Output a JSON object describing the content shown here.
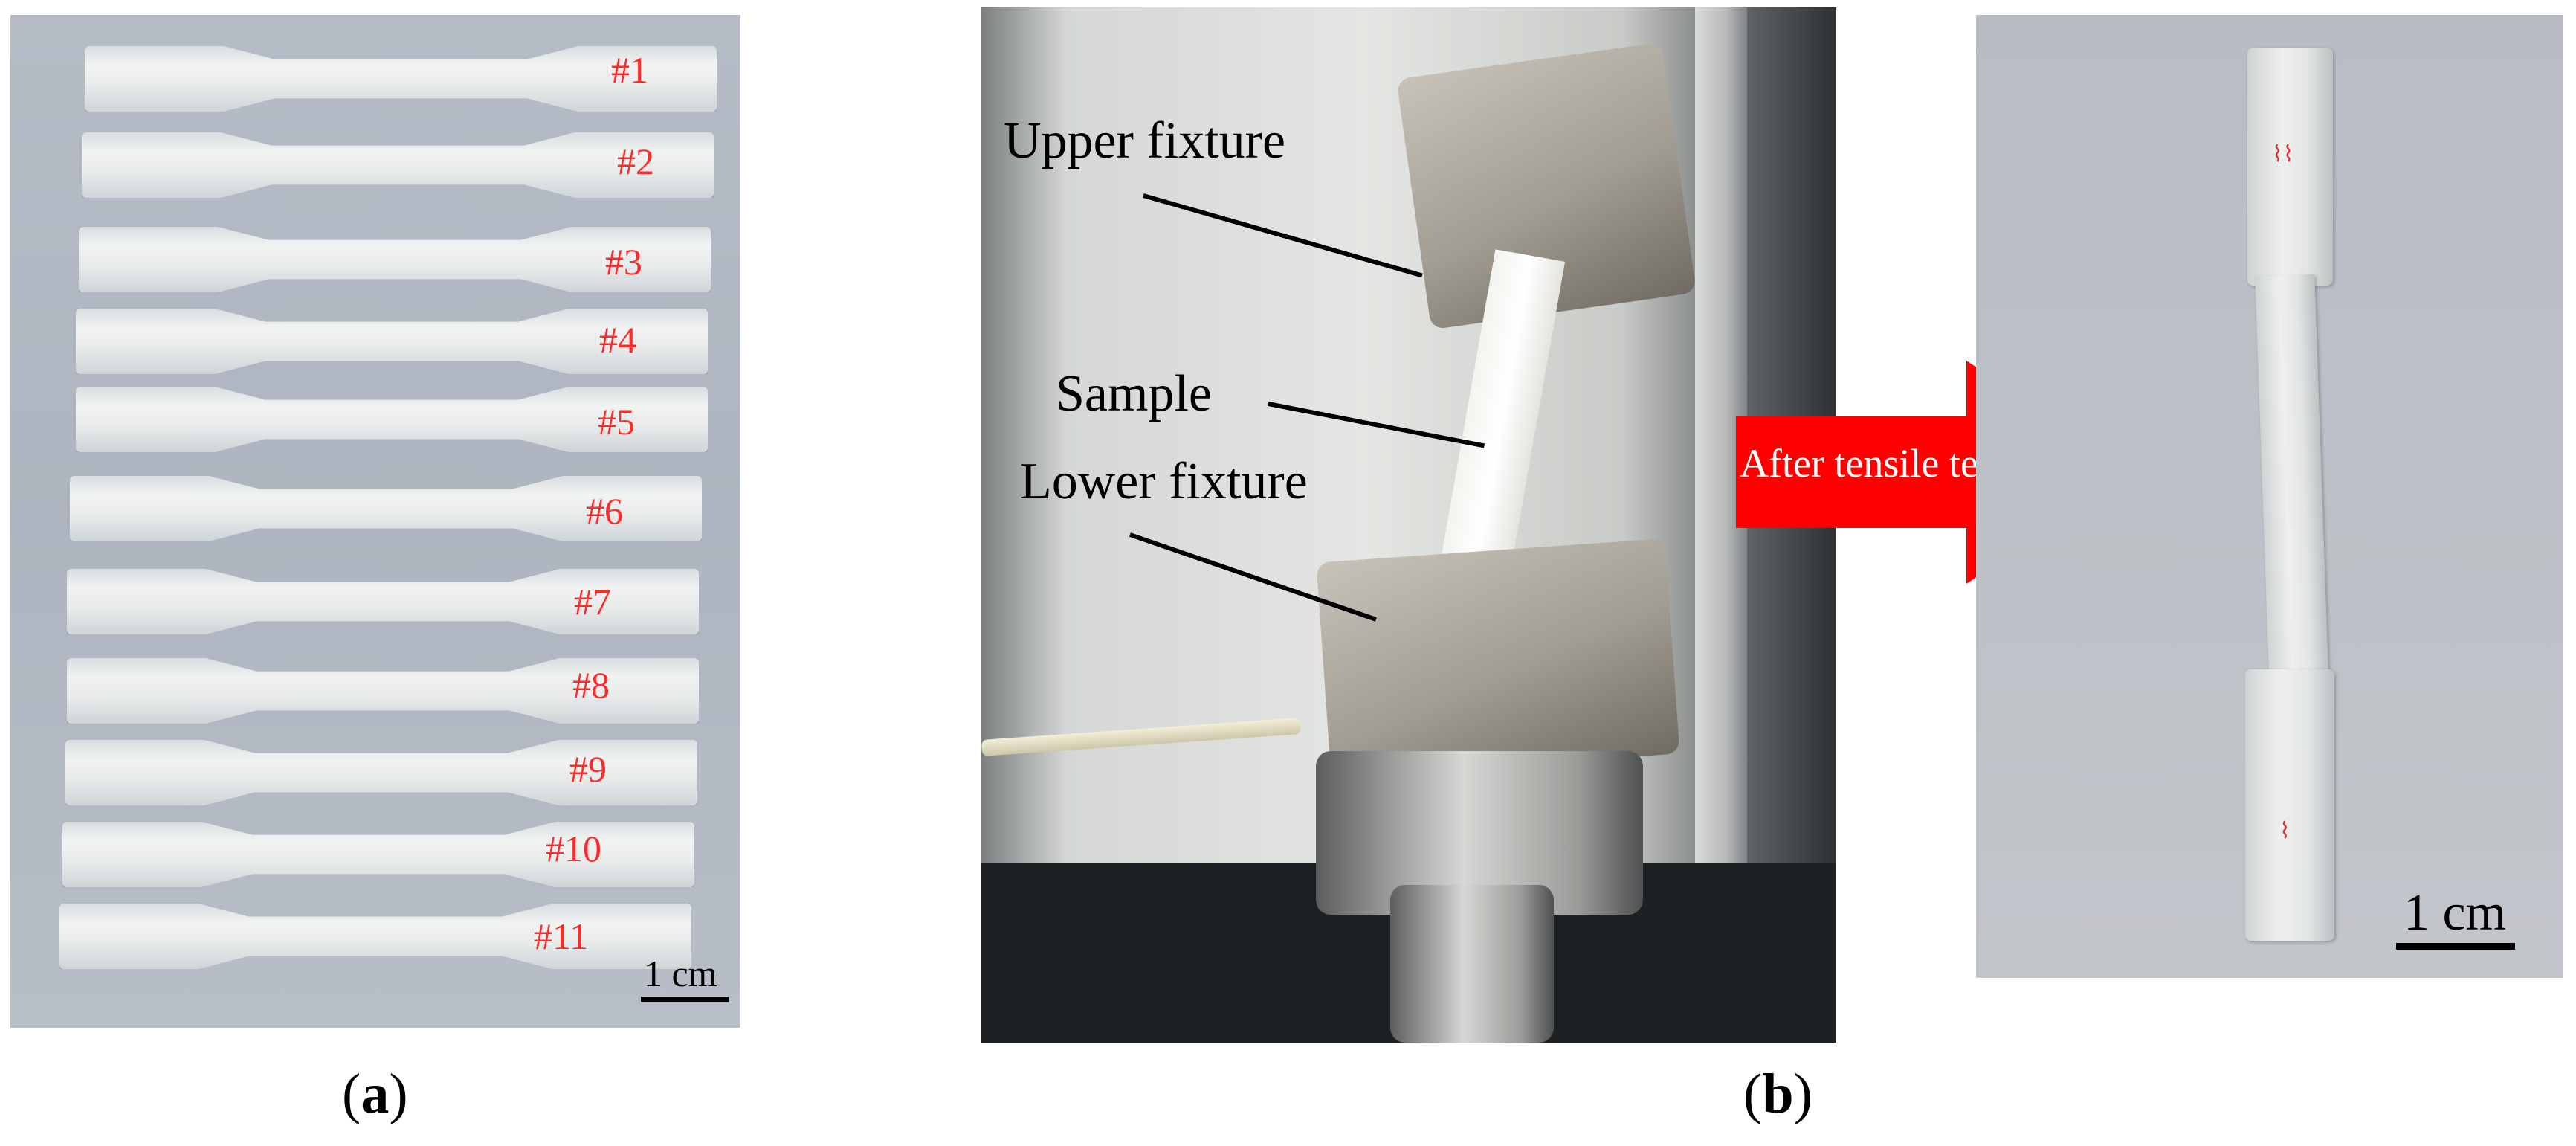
{
  "panel_a": {
    "specimen_labels": [
      "#1",
      "#2",
      "#3",
      "#4",
      "#5",
      "#6",
      "#7",
      "#8",
      "#9",
      "#10",
      "#11"
    ],
    "scale_label": "1 cm",
    "caption_letter": "a"
  },
  "panel_b": {
    "labels": {
      "upper_fixture": "Upper fixture",
      "sample": "Sample",
      "lower_fixture": "Lower fixture"
    },
    "caption_letter": "b"
  },
  "arrow": {
    "text": "After tensile test",
    "color": "#ff0000"
  },
  "panel_c": {
    "scale_label": "1 cm"
  },
  "colors": {
    "specimen_label": "#ff2a2a",
    "background": "#ffffff"
  }
}
